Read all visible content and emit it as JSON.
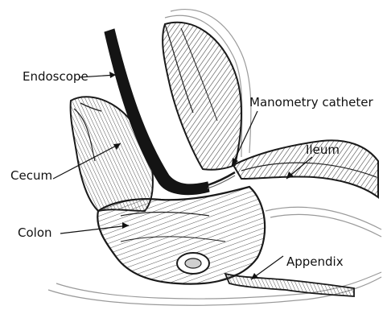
{
  "labels": {
    "endoscope": "Endoscope",
    "manometry_catheter": "Manometry catheter",
    "ileum": "Ileum",
    "cecum": "Cecum",
    "colon": "Colon",
    "appendix": "Appendix"
  },
  "colors": {
    "ink": "#1a1a1a",
    "endoscope": "#141414",
    "background": "#ffffff"
  }
}
